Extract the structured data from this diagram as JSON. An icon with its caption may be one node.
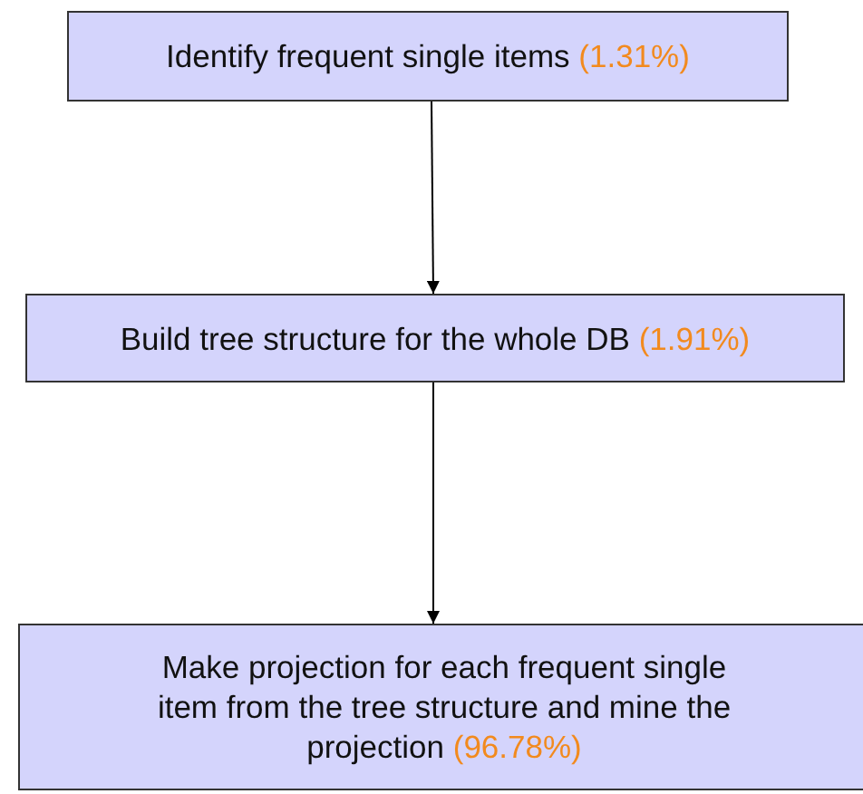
{
  "diagram": {
    "nodes": [
      {
        "text": [
          "Identify frequent single items",
          "(1.31%)"
        ]
      },
      {
        "text": [
          "Build tree structure for the whole DB",
          "(1.91%)"
        ]
      },
      {
        "text": [
          "Make projection for each frequent single item from the tree structure and mine the projection",
          "(96.78%)"
        ]
      }
    ],
    "edges": [
      {
        "from": 0,
        "to": 1,
        "arrow": "to"
      },
      {
        "from": 1,
        "to": 2,
        "arrow": "to"
      }
    ]
  }
}
